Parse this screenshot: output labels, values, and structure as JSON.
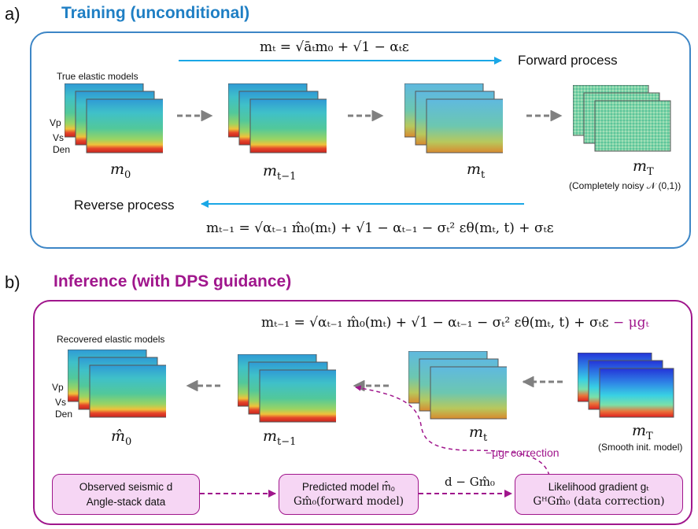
{
  "panel_a": {
    "letter": "a)",
    "title": "Training (unconditional)",
    "forward_eq": "mₜ = √āₜm₀ + √1 − αₜε",
    "forward_label": "Forward process",
    "reverse_label": "Reverse process",
    "reverse_eq": "mₜ₋₁ = √αₜ₋₁ m̂₀(mₜ) + √1 − αₜ₋₁ − σₜ² εθ(mₜ, t) + σₜε",
    "true_models_label": "True elastic models",
    "layer_labels": [
      "Vp",
      "Vs",
      "Den"
    ],
    "var_m0": "m",
    "var_m0_sub": "0",
    "var_mt1": "m",
    "var_mt1_sub": "t−1",
    "var_mt": "m",
    "var_mt_sub": "t",
    "var_mT": "m",
    "var_mT_sub": "T",
    "mT_note": "(Completely noisy 𝒩 (0,1))"
  },
  "panel_b": {
    "letter": "b)",
    "title": "Inference (with DPS guidance)",
    "eq_main": "mₜ₋₁ = √αₜ₋₁ m̂₀(mₜ) + √1 − αₜ₋₁ − σₜ² εθ(mₜ, t) + σₜε",
    "eq_guidance": "− μgₜ",
    "recovered_label": "Recovered elastic models",
    "layer_labels": [
      "Vp",
      "Vs",
      "Den"
    ],
    "var_m0hat": "m̂",
    "var_m0hat_sub": "0",
    "var_mt1": "m",
    "var_mt1_sub": "t−1",
    "var_mt": "m",
    "var_mt_sub": "t",
    "var_mT": "m",
    "var_mT_sub": "T",
    "mT_note": "(Smooth init. model)",
    "correction_label": "−μgₜ correction",
    "box_observed": [
      "Observed seismic d",
      "Angle-stack data"
    ],
    "box_predicted": [
      "Predicted model m̂₀",
      "Gm̂₀(forward model)"
    ],
    "box_likelihood": [
      "Likelihood gradient gₜ",
      "GᴴGm̂₀ (data correction)"
    ],
    "arrow_label_dg": "d − Gm̂₀"
  },
  "colors": {
    "blue": "#1f7fc4",
    "magenta": "#a0168c",
    "arrow_blue": "#1aa7e6",
    "gray_arrow": "#808080",
    "box_fill": "#f6d6f4"
  }
}
